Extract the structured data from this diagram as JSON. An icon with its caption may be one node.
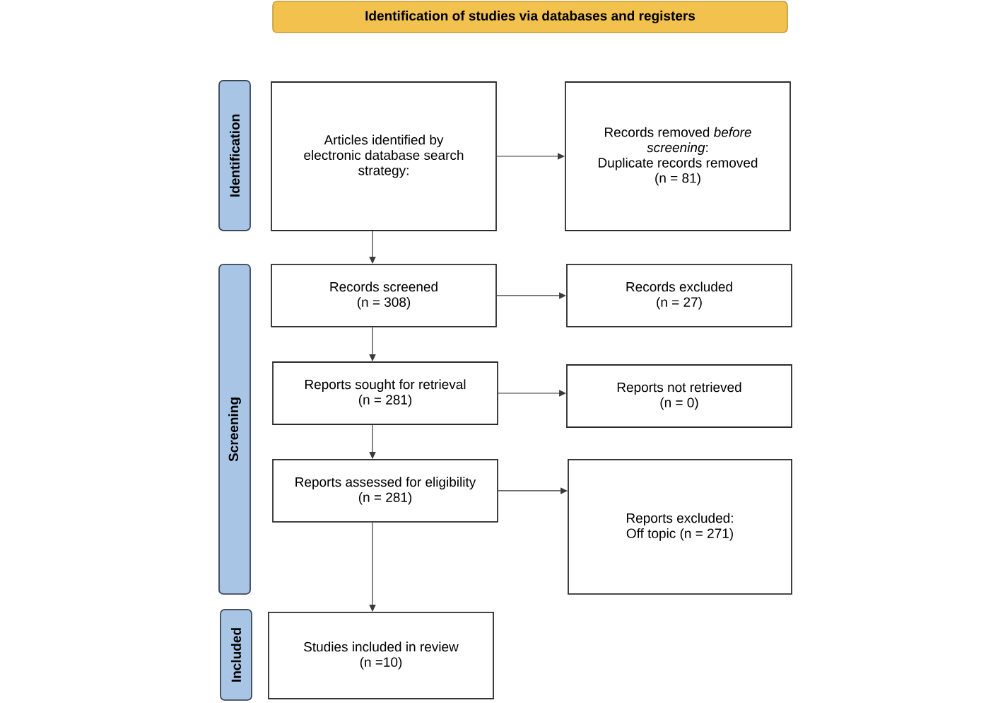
{
  "diagram": {
    "nodes": [
      {
        "text": [
          "Identification of studies via databases and registers"
        ]
      },
      {
        "text": [
          "Identification"
        ]
      },
      {
        "text": [
          "Articles identified by electronic database search strategy:"
        ]
      },
      {
        "text": [
          "Records removed *before screening*:",
          "Duplicate records removed (n = 81)"
        ]
      },
      {
        "text": [
          "Screening"
        ]
      },
      {
        "text": [
          "Records screened (n = 308)"
        ]
      },
      {
        "text": [
          "Records excluded (n = 27)"
        ]
      },
      {
        "text": [
          "Reports sought for retrieval (n = 281)"
        ]
      },
      {
        "text": [
          "Reports not retrieved (n = 0)"
        ]
      },
      {
        "text": [
          "Reports assessed for eligibility (n = 281)"
        ]
      },
      {
        "text": [
          "Reports excluded:",
          "Off topic (n = 271)"
        ]
      },
      {
        "text": [
          "Included"
        ]
      },
      {
        "text": [
          "Studies included in review (n =10)"
        ]
      }
    ],
    "edges": [
      {
        "from": 2,
        "to": 3,
        "arrow": "to"
      },
      {
        "from": 2,
        "to": 5,
        "arrow": "to"
      },
      {
        "from": 5,
        "to": 6,
        "arrow": "to"
      },
      {
        "from": 5,
        "to": 7,
        "arrow": "to"
      },
      {
        "from": 7,
        "to": 8,
        "arrow": "to"
      },
      {
        "from": 7,
        "to": 9,
        "arrow": "to"
      },
      {
        "from": 9,
        "to": 10,
        "arrow": "to"
      },
      {
        "from": 9,
        "to": 12,
        "arrow": "to"
      }
    ]
  }
}
